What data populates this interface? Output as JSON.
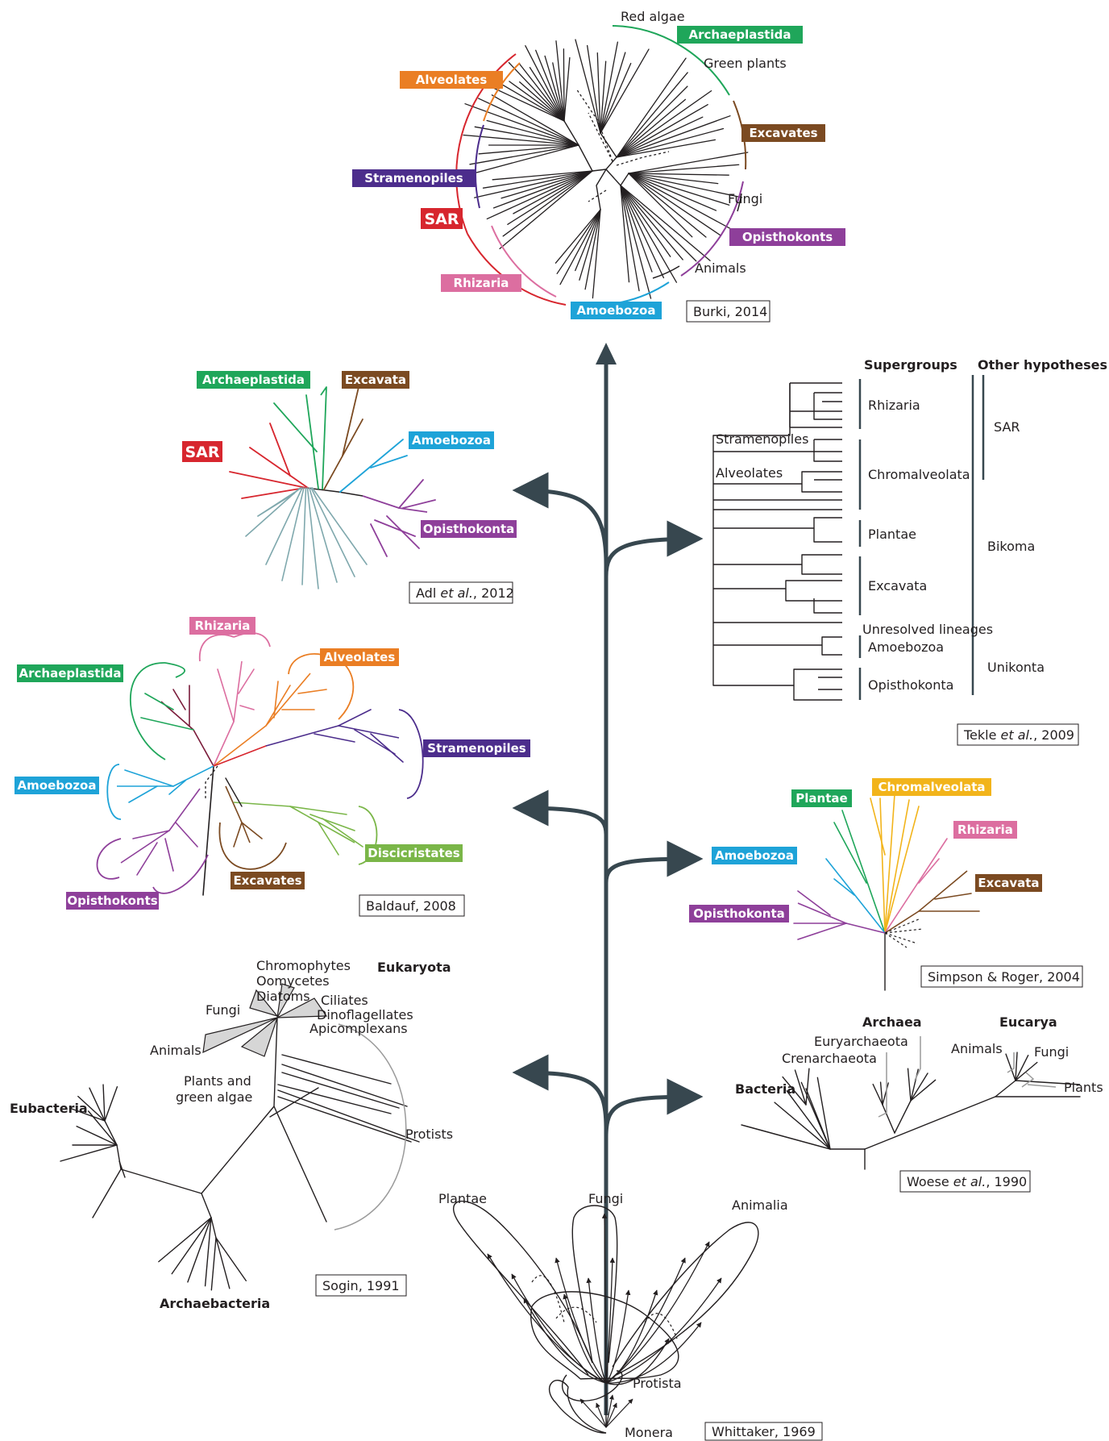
{
  "colors": {
    "archaeplastida": "#1fa65a",
    "excavates": "#7b4a21",
    "amoebozoa": "#1ea3d8",
    "opisthokonts": "#8e3f9a",
    "stramenopiles": "#4c2d8c",
    "sar": "#d7262e",
    "rhizaria": "#dc6ea0",
    "alveolates": "#ea7e24",
    "discicristates": "#7ab648",
    "chromalveolata": "#f2b41b",
    "spine": "#37474f",
    "saradl": "#7fa8ad"
  },
  "burki": {
    "citation": "Burki, 2014",
    "labels": {
      "red_algae": "Red algae",
      "green_plants": "Green plants",
      "fungi": "Fungi",
      "animals": "Animals"
    },
    "tags": {
      "archaeplastida": "Archaeplastida",
      "excavates": "Excavates",
      "opisthokonts": "Opisthokonts",
      "amoebozoa": "Amoebozoa",
      "rhizaria": "Rhizaria",
      "sar": "SAR",
      "stramenopiles": "Stramenopiles",
      "alveolates": "Alveolates"
    }
  },
  "adl": {
    "citation_pre": "Adl ",
    "citation_em": "et al.",
    "citation_post": ", 2012",
    "tags": {
      "archaeplastida": "Archaeplastida",
      "excavata": "Excavata",
      "sar": "SAR",
      "amoebozoa": "Amoebozoa",
      "opisthokonta": "Opisthokonta"
    }
  },
  "tekle": {
    "citation_pre": "Tekle ",
    "citation_em": "et al.",
    "citation_post": ", 2009",
    "headers": {
      "supergroups": "Supergroups",
      "other": "Other hypotheses"
    },
    "inline": {
      "stramenopiles": "Stramenopiles",
      "alveolates": "Alveolates"
    },
    "groups": {
      "rhizaria": "Rhizaria",
      "chromalveolata": "Chromalveolata",
      "plantae": "Plantae",
      "excavata": "Excavata",
      "unresolved": "Unresolved lineages",
      "amoebozoa": "Amoebozoa",
      "opisthokonta": "Opisthokonta"
    },
    "hypotheses": {
      "sar": "SAR",
      "bikoma": "Bikoma",
      "unikonta": "Unikonta"
    }
  },
  "baldauf": {
    "citation": "Baldauf, 2008",
    "tags": {
      "rhizaria": "Rhizaria",
      "alveolates": "Alveolates",
      "archaeplastida": "Archaeplastida",
      "stramenopiles": "Stramenopiles",
      "amoebozoa": "Amoebozoa",
      "discicristates": "Discicristates",
      "excavates": "Excavates",
      "opisthokonts": "Opisthokonts"
    }
  },
  "simpson": {
    "citation": "Simpson & Roger, 2004",
    "tags": {
      "plantae": "Plantae",
      "chromalveolata": "Chromalveolata",
      "rhizaria": "Rhizaria",
      "amoebozoa": "Amoebozoa",
      "excavata": "Excavata",
      "opisthokonta": "Opisthokonta"
    }
  },
  "sogin": {
    "citation": "Sogin, 1991",
    "labels": {
      "eukaryota": "Eukaryota",
      "chromophytes": "Chromophytes",
      "oomycetes": "Oomycetes",
      "diatoms": "Diatoms",
      "ciliates": "Ciliates",
      "dinoflagellates": "Dinoflagellates",
      "apicomplexans": "Apicomplexans",
      "fungi": "Fungi",
      "animals": "Animals",
      "plants1": "Plants and",
      "plants2": "green algae",
      "protists": "Protists",
      "eubacteria": "Eubacteria",
      "archaebacteria": "Archaebacteria"
    }
  },
  "woese": {
    "citation_pre": "Woese ",
    "citation_em": "et al.",
    "citation_post": ", 1990",
    "labels": {
      "archaea": "Archaea",
      "eucarya": "Eucarya",
      "euryarchaeota": "Euryarchaeota",
      "crenarchaeota": "Crenarchaeota",
      "animals": "Animals",
      "fungi": "Fungi",
      "plants": "Plants",
      "bacteria": "Bacteria"
    }
  },
  "whittaker": {
    "citation": "Whittaker, 1969",
    "labels": {
      "plantae": "Plantae",
      "fungi": "Fungi",
      "animalia": "Animalia",
      "protista": "Protista",
      "monera": "Monera"
    }
  }
}
